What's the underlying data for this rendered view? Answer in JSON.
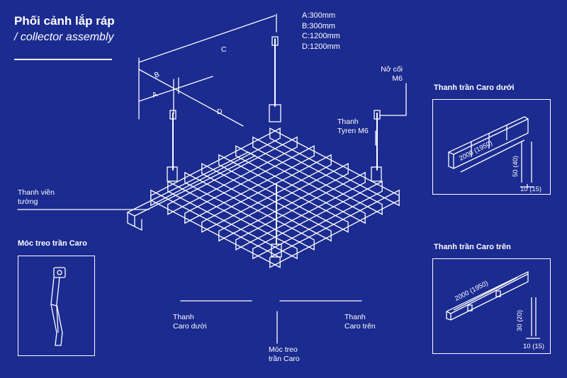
{
  "header": {
    "title": "Phối cảnh lắp ráp",
    "subtitle": "/ collector assembly"
  },
  "dimensions": {
    "a": "A:300mm",
    "b": "B:300mm",
    "c": "C:1200mm",
    "d": "D:1200mm"
  },
  "diagram_letters": {
    "a": "A",
    "b": "B",
    "c": "C",
    "d": "D"
  },
  "callouts": {
    "nut_line1": "Nở cối",
    "nut_line2": "M6",
    "tyren_line1": "Thanh",
    "tyren_line2": "Tyren M6",
    "wall_line1": "Thanh viền",
    "wall_line2": "tường",
    "lower_line1": "Thanh",
    "lower_line2": "Caro dưới",
    "upper_line1": "Thanh",
    "upper_line2": "Caro trên",
    "hook_line1": "Móc treo",
    "hook_line2": "trần Caro"
  },
  "panels": {
    "hook_title": "Móc treo trần Caro",
    "lower_title": "Thanh trần Caro dưới",
    "upper_title": "Thanh trần Caro trên",
    "lower_length": "2000 (1950)",
    "lower_height": "50 (40)",
    "lower_width": "10 (15)",
    "upper_length": "2000 (1950)",
    "upper_height": "30 (20)",
    "upper_width": "10 (15)"
  },
  "colors": {
    "background": "#1b2b8f",
    "line": "#ffffff"
  }
}
